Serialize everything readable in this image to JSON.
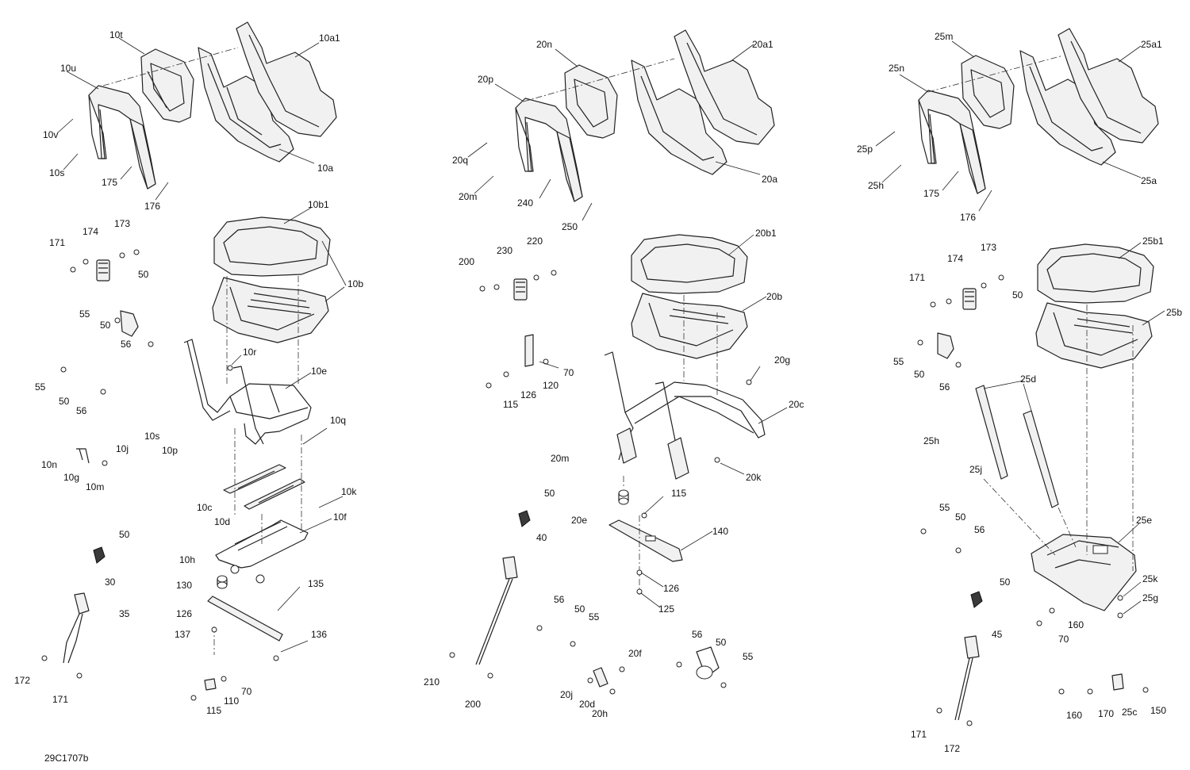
{
  "drawing_code": "29C1707b",
  "labels": {
    "10t": "10t",
    "10u": "10u",
    "10v": "10v",
    "10s_a": "10s",
    "175_a": "175",
    "176_a": "176",
    "10a1": "10a1",
    "10a": "10a",
    "10b1": "10b1",
    "10b": "10b",
    "171_a": "171",
    "174_a": "174",
    "173_a": "173",
    "50_a": "50",
    "55_a": "55",
    "50_b": "50",
    "56_a": "56",
    "55_b": "55",
    "50_c": "50",
    "56_b": "56",
    "10r": "10r",
    "10e": "10e",
    "10s_b": "10s",
    "10p": "10p",
    "10q": "10q",
    "10j": "10j",
    "10n": "10n",
    "10g": "10g",
    "10m": "10m",
    "10c": "10c",
    "10d": "10d",
    "10k": "10k",
    "10f": "10f",
    "50_d": "50",
    "10h": "10h",
    "130": "130",
    "135": "135",
    "30": "30",
    "35": "35",
    "126_a": "126",
    "137": "137",
    "136": "136",
    "172_a": "172",
    "171_b": "171",
    "70_a": "70",
    "110": "110",
    "115_a": "115",
    "20n": "20n",
    "20p": "20p",
    "20a1": "20a1",
    "20q": "20q",
    "20m_a": "20m",
    "240": "240",
    "250": "250",
    "20a": "20a",
    "20b1": "20b1",
    "20b": "20b",
    "200_a": "200",
    "230": "230",
    "220": "220",
    "70_b": "70",
    "120": "120",
    "126_b": "126",
    "115_b": "115",
    "20g": "20g",
    "20c": "20c",
    "20m_b": "20m",
    "20k": "20k",
    "50_e": "50",
    "115_c": "115",
    "20e": "20e",
    "140": "140",
    "40": "40",
    "126_c": "126",
    "125": "125",
    "56_c": "56",
    "50_f": "50",
    "55_c": "55",
    "56_d": "56",
    "50_g": "50",
    "55_d": "55",
    "20f": "20f",
    "210": "210",
    "200_b": "200",
    "20j": "20j",
    "20d": "20d",
    "20h": "20h",
    "25m": "25m",
    "25a1": "25a1",
    "25n": "25n",
    "25p": "25p",
    "25h_a": "25h",
    "175_b": "175",
    "176_b": "176",
    "25a": "25a",
    "25b1": "25b1",
    "173_b": "173",
    "174_b": "174",
    "171_c": "171",
    "50_h": "50",
    "25b": "25b",
    "55_e": "55",
    "50_i": "50",
    "56_e": "56",
    "25d": "25d",
    "25h_b": "25h",
    "25j": "25j",
    "55_f": "55",
    "50_j": "50",
    "56_f": "56",
    "25e": "25e",
    "50_k": "50",
    "25k": "25k",
    "25g": "25g",
    "160_a": "160",
    "70_c": "70",
    "45": "45",
    "160_b": "160",
    "170": "170",
    "25c": "25c",
    "150": "150",
    "171_d": "171",
    "172_b": "172"
  }
}
